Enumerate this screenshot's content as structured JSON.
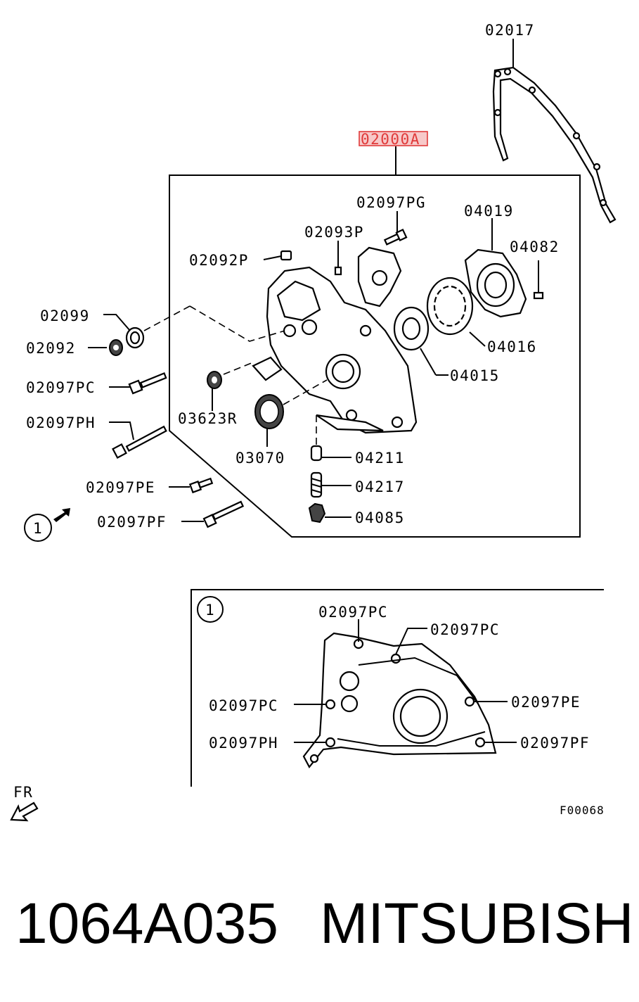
{
  "part_number": "1064A035",
  "brand": "MITSUBISHI",
  "figure_code": "F00068",
  "direction_label": "FR",
  "view_marker": "1",
  "highlighted_part": "02000A",
  "highlight_color": "#e03a3a",
  "callouts": {
    "c02017": "02017",
    "c02000a": "02000A",
    "c02097pg": "02097PG",
    "c04019": "04019",
    "c02093p": "02093P",
    "c04082": "04082",
    "c02092p": "02092P",
    "c02099": "02099",
    "c02092": "02092",
    "c04016": "04016",
    "c04015": "04015",
    "c02097pc": "02097PC",
    "c03623r": "03623R",
    "c02097ph": "02097PH",
    "c03070": "03070",
    "c04211": "04211",
    "c04217": "04217",
    "c02097pe": "02097PE",
    "c04085": "04085",
    "c02097pf": "02097PF"
  },
  "detail_callouts": {
    "pc_top": "02097PC",
    "pc_top_right": "02097PC",
    "pc_left": "02097PC",
    "pe_right": "02097PE",
    "ph_left": "02097PH",
    "pf_right": "02097PF"
  }
}
